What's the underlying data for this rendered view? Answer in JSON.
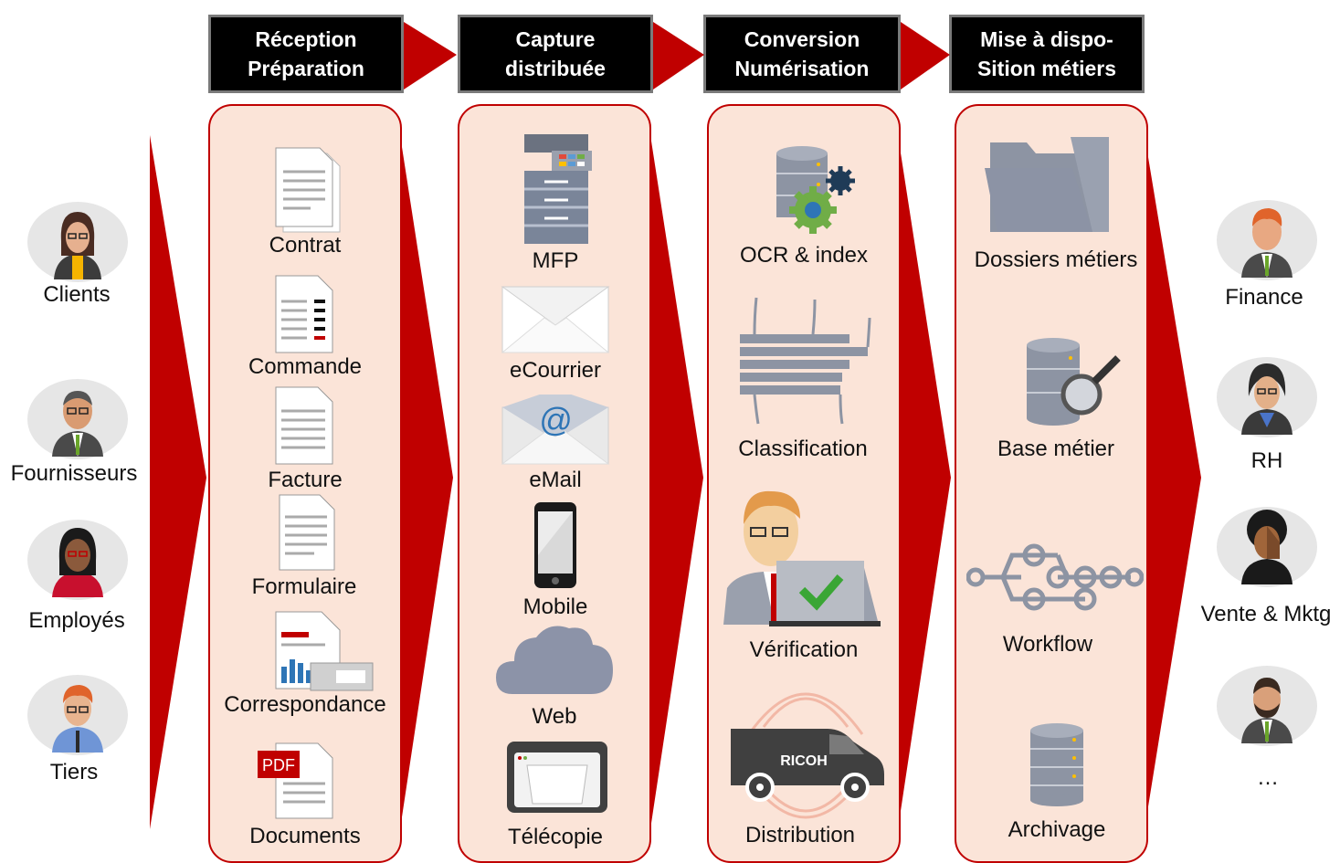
{
  "colors": {
    "accent_red": "#c00000",
    "panel_fill": "#fbe4d8",
    "header_bg": "#000000",
    "icon_gray": "#8c93a8"
  },
  "stages": [
    {
      "line1": "Réception",
      "line2": "Préparation"
    },
    {
      "line1": "Capture",
      "line2": "distribuée"
    },
    {
      "line1": "Conversion",
      "line2": "Numérisation"
    },
    {
      "line1": "Mise à dispo-",
      "line2": "Sition métiers"
    }
  ],
  "sources": [
    "Clients",
    "Fournisseurs",
    "Employés",
    "Tiers"
  ],
  "reception": [
    "Contrat",
    "Commande",
    "Facture",
    "Formulaire",
    "Correspondance",
    "Documents"
  ],
  "capture": [
    "MFP",
    "eCourrier",
    "eMail",
    "Mobile",
    "Web",
    "Télécopie"
  ],
  "conversion": [
    "OCR & index",
    "Classification",
    "Vérification",
    "Distribution"
  ],
  "delivery": [
    "Dossiers métiers",
    "Base métier",
    "Workflow",
    "Archivage"
  ],
  "targets": [
    "Finance",
    "RH",
    "Vente & Mktg",
    "…"
  ],
  "icon_text": {
    "pdf_badge": "PDF",
    "at_sign": "@",
    "van_brand": "RICOH"
  },
  "icons": [
    "person-icon",
    "document-icon",
    "printer-icon",
    "envelope-icon",
    "smartphone-icon",
    "cloud-icon",
    "fax-icon",
    "database-icon",
    "gear-icon",
    "folder-icon",
    "workflow-icon",
    "van-icon",
    "checkmark-icon"
  ]
}
